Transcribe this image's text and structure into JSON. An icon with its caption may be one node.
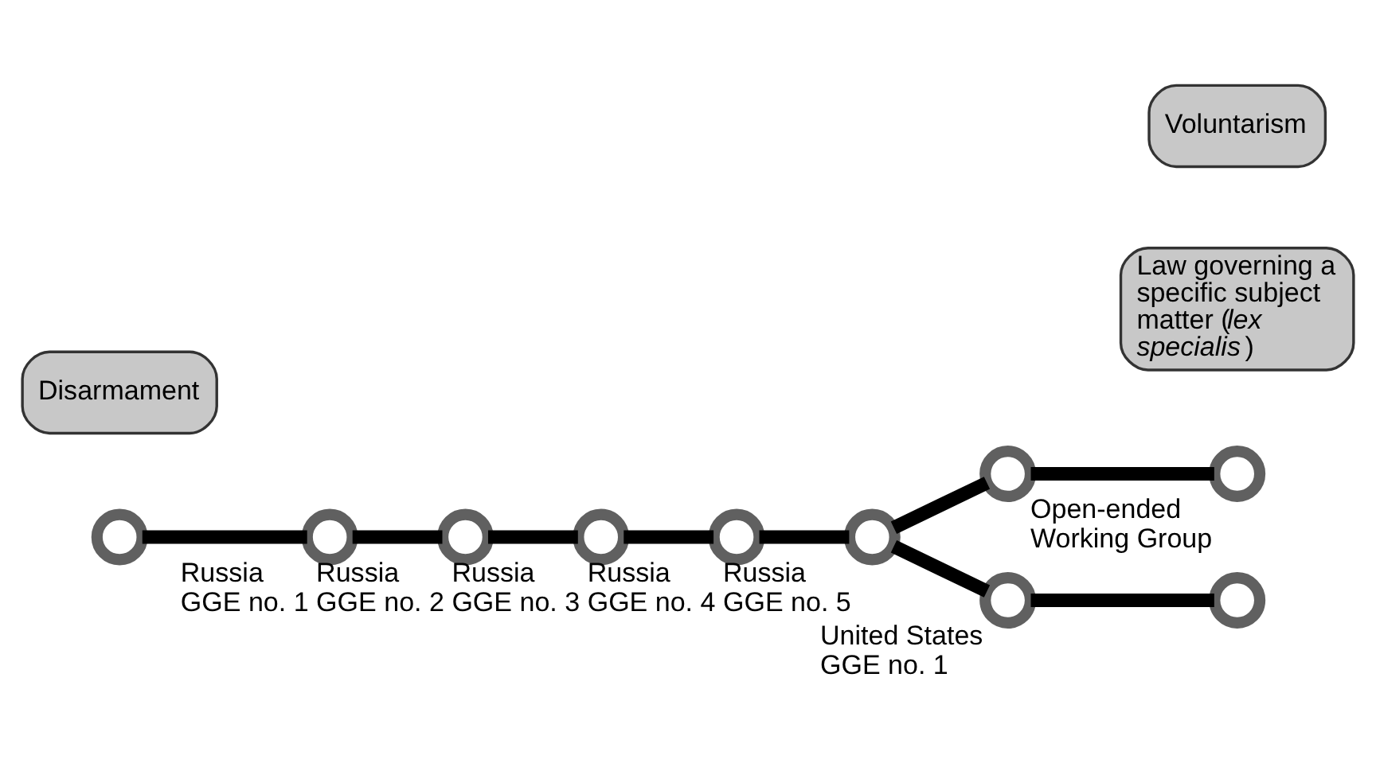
{
  "diagram": {
    "nodes": [
      {
        "text": [],
        "shape": "circle"
      },
      {
        "text": [
          "Disarmament"
        ]
      },
      {
        "text": [],
        "shape": "circle",
        "beside": [
          "Russia GGE no. 1"
        ]
      },
      {
        "text": [],
        "shape": "circle",
        "beside": [
          "Russia GGE no. 2"
        ]
      },
      {
        "text": [],
        "shape": "circle",
        "beside": [
          "Russia GGE no. 3"
        ]
      },
      {
        "text": [],
        "shape": "circle",
        "beside": [
          "Russia GGE no. 4"
        ]
      },
      {
        "text": [],
        "shape": "circle",
        "beside": [
          "Russia GGE no. 5"
        ]
      },
      {
        "text": [],
        "shape": "circle",
        "beside": [
          "Open-ended Working Group"
        ]
      },
      {
        "text": [
          "Law governing a specific subject matter (*lex specialis*)"
        ]
      },
      {
        "text": [],
        "shape": "circle"
      },
      {
        "text": [],
        "shape": "circle",
        "beside": [
          "United States GGE no. 1"
        ]
      },
      {
        "text": [
          "Voluntarism"
        ]
      },
      {
        "text": [],
        "shape": "circle"
      }
    ],
    "edges": [
      {
        "from": 0,
        "to": 2,
        "arrow": "none"
      },
      {
        "from": 2,
        "to": 3,
        "arrow": "none"
      },
      {
        "from": 3,
        "to": 4,
        "arrow": "none"
      },
      {
        "from": 4,
        "to": 5,
        "arrow": "none"
      },
      {
        "from": 5,
        "to": 6,
        "arrow": "none"
      },
      {
        "from": 6,
        "to": 7,
        "arrow": "none"
      },
      {
        "from": 7,
        "to": 9,
        "arrow": "none"
      },
      {
        "from": 6,
        "to": 10,
        "arrow": "none"
      },
      {
        "from": 10,
        "to": 12,
        "arrow": "none"
      }
    ]
  }
}
